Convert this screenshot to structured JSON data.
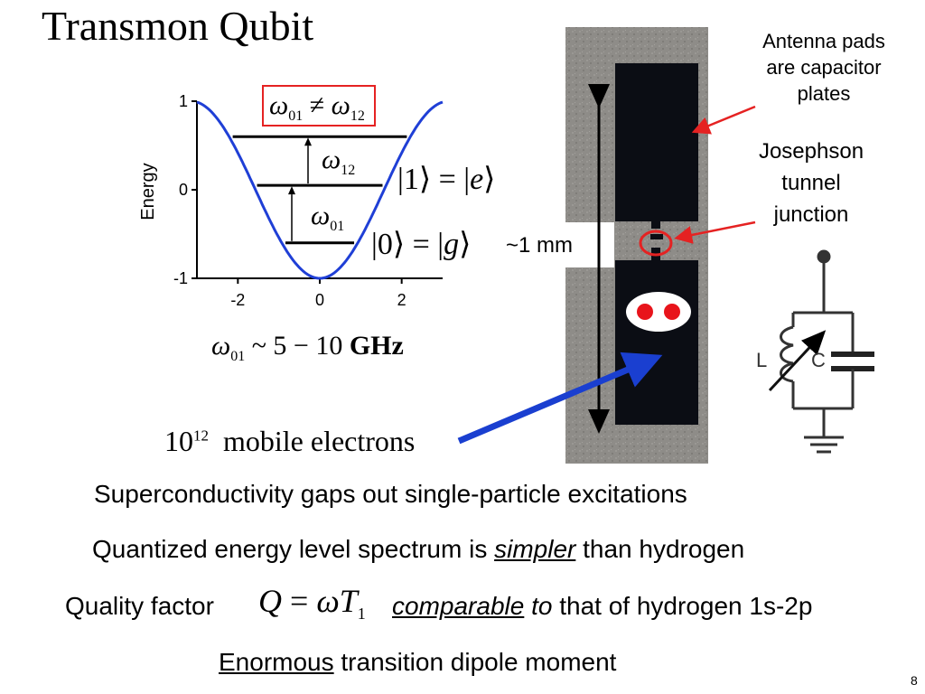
{
  "slide": {
    "title": "Transmon Qubit",
    "page_number": "8"
  },
  "chart_data": {
    "type": "line",
    "ylabel": "Energy",
    "xticks": [
      "-2",
      "0",
      "2"
    ],
    "yticks": [
      "1",
      "0",
      "-1"
    ],
    "xlim": [
      -3,
      3
    ],
    "ylim": [
      -1,
      1
    ],
    "potential_curve": "-cos(x)",
    "levels": [
      {
        "label": "|0⟩ = |g⟩",
        "energy": -0.6
      },
      {
        "label": "|1⟩ = |e⟩",
        "energy": 0.05
      },
      {
        "label": "",
        "energy": 0.6
      }
    ],
    "transitions": [
      {
        "label": "ω01",
        "from_level": 0,
        "to_level": 1
      },
      {
        "label": "ω12",
        "from_level": 1,
        "to_level": 2
      }
    ],
    "curve_color": "#1f3fd6"
  },
  "equations": {
    "omega_neq": {
      "w1": "ω",
      "s1": "01",
      "op": "≠",
      "w2": "ω",
      "s2": "12"
    },
    "omega12": {
      "w": "ω",
      "s": "12"
    },
    "omega01": {
      "w": "ω",
      "s": "01"
    },
    "ket1": {
      "left": "1",
      "eq": "=",
      "right": "e"
    },
    "ket0": {
      "left": "0",
      "eq": "=",
      "right": "g"
    },
    "frequency": {
      "w": "ω",
      "s": "01",
      "rest": "~ 5 − 10",
      "unit": "GHz"
    },
    "electrons": {
      "base": "10",
      "exp": "12",
      "text": "mobile electrons"
    },
    "quality": {
      "q": "Q",
      "eq": "=",
      "w": "ω",
      "t": "T",
      "ts": "1"
    }
  },
  "photo": {
    "size_label": "~1 mm",
    "antenna_annotation": [
      "Antenna pads",
      "are capacitor",
      "plates"
    ],
    "junction_annotation": [
      "Josephson",
      "tunnel",
      "junction"
    ]
  },
  "circuit": {
    "inductor_label": "L",
    "capacitor_label": "C"
  },
  "bullets": {
    "line1": "Superconductivity gaps out single-particle excitations",
    "line2_a": "Quantized energy level spectrum is ",
    "line2_u": "simpler",
    "line2_b": " than hydrogen",
    "line3_a": "Quality factor",
    "line3_u": "comparable",
    "line3_i": " to",
    "line3_b": " that of hydrogen 1s-2p",
    "line4_u": "Enormous",
    "line4_b": " transition dipole moment"
  },
  "colors": {
    "arrow_red": "#e52222",
    "arrow_blue": "#1a3fd0",
    "electron_red": "#e8141b",
    "chip_dark": "#0b0d14",
    "photo_bg": "#8e8c88"
  }
}
